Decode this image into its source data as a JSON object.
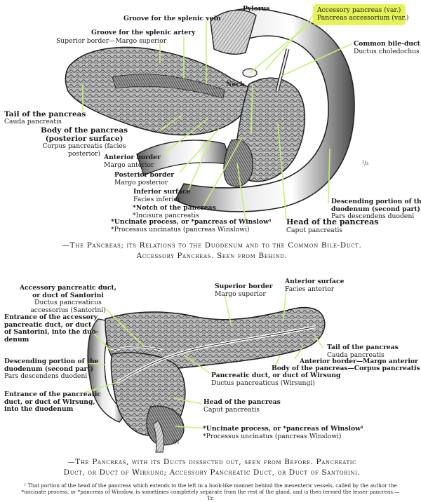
{
  "figure1": {
    "labels": {
      "pylorus": "Pylorus",
      "accessory_title": "Accessory pancreas (var.)",
      "accessory_latin": "Pancreas accessorium (var.)",
      "groove_splenic_vein": "Groove for the splenic vein",
      "groove_splenic_artery": "Groove for the splenic artery",
      "superior_border": "Superior border—Margo superior",
      "common_bile_duct": "Common bile-duct",
      "common_bile_duct_latin": "Ductus choledochus",
      "neck": "Neck",
      "tail_title": "Tail of the pancreas",
      "tail_latin": "Cauda pancreatis",
      "body_title_1": "Body of the pancreas",
      "body_title_2": "(posterior surface)",
      "body_latin_1": "Corpus pancreatis (facies",
      "body_latin_2": "posterior)",
      "anterior_border": "Anterior border",
      "anterior_border_latin": "Margo anterior",
      "posterior_border": "Posterior border",
      "posterior_border_latin": "Margo posterior",
      "inferior_surface": "Inferior surface",
      "inferior_surface_latin": "Facies inferior",
      "notch": "*Notch of the pancreas",
      "notch_latin": "*Incisura pancreatis",
      "uncinate": "*Uncinate process, or *pancreas of Winslow¹",
      "uncinate_latin": "*Processus uncinatus (pancreas Winslowi)",
      "head_title": "Head of the pancreas",
      "head_latin": "Caput pancreatis",
      "descending_1": "Descending portion of the",
      "descending_2": "duodenum (second part)",
      "descending_latin": "Pars descendens duodeni",
      "fraction": "²/₃"
    },
    "caption_1": "—The Pancreas; its Relations to the Duodenum and to the Common Bile-Duct.",
    "caption_2": "Accessory Pancreas. Seen from Behind.",
    "highlight_color": "#e6f25a",
    "leader_color": "#c6ef7a"
  },
  "figure2": {
    "labels": {
      "accessory_duct_1": "Accessory pancreatic duct,",
      "accessory_duct_2": "or duct of Santorini",
      "accessory_duct_latin_1": "Ductus pancreaticus",
      "accessory_duct_latin_2": "accessorius (Santorini)",
      "entrance_acc_1": "Entrance of the accessory",
      "entrance_acc_2": "pancreatic duct, or duct",
      "entrance_acc_3": "of Santorini, into the duo-",
      "entrance_acc_4": "denum",
      "superior_border": "Superior border",
      "superior_border_latin": "Margo superior",
      "anterior_surface": "Anterior surface",
      "anterior_surface_latin": "Facies anterior",
      "descending_1": "Descending portion of the",
      "descending_2": "duodenum (second part)",
      "descending_latin": "Pars descendens duodeni",
      "tail_title": "Tail of the pancreas",
      "tail_latin": "Cauda pancreatis",
      "anterior_border": "Anterior border—Margo anterior",
      "body": "Body of the pancreas—Corpus pancreatis",
      "main_duct": "Pancreatic duct, or duct of Wirsung",
      "main_duct_latin": "Ductus pancreaticus (Wirsungi)",
      "entrance_main_1": "Entrance of the pancreatic",
      "entrance_main_2": "duct, or duct of Wirsung,",
      "entrance_main_3": "into the duodenum",
      "head_title": "Head of the pancreas",
      "head_latin": "Caput pancreatis",
      "uncinate": "*Uncinate process, or *pancreas of Winslow¹",
      "uncinate_latin": "*Processus uncinatus (pancreas Winslowi)",
      "fraction": "²/₃"
    },
    "caption_1": "—The Pancreas, with its Ducts dissected out, seen from Before. Pancreatic",
    "caption_2": "Duct, or Duct of Wirsung; Accessory Pancreatic Duct, or Duct of Santorini."
  },
  "footnote": "¹ That portion of the head of the pancreas which extends to the left in a hook-like manner behind the mesenteric vessels, called by the author the *uncinate process, or *pancreas of Winslow, is sometimes completely separate from the rest of the gland, and is then termed the lesser pancreas.—Tr."
}
